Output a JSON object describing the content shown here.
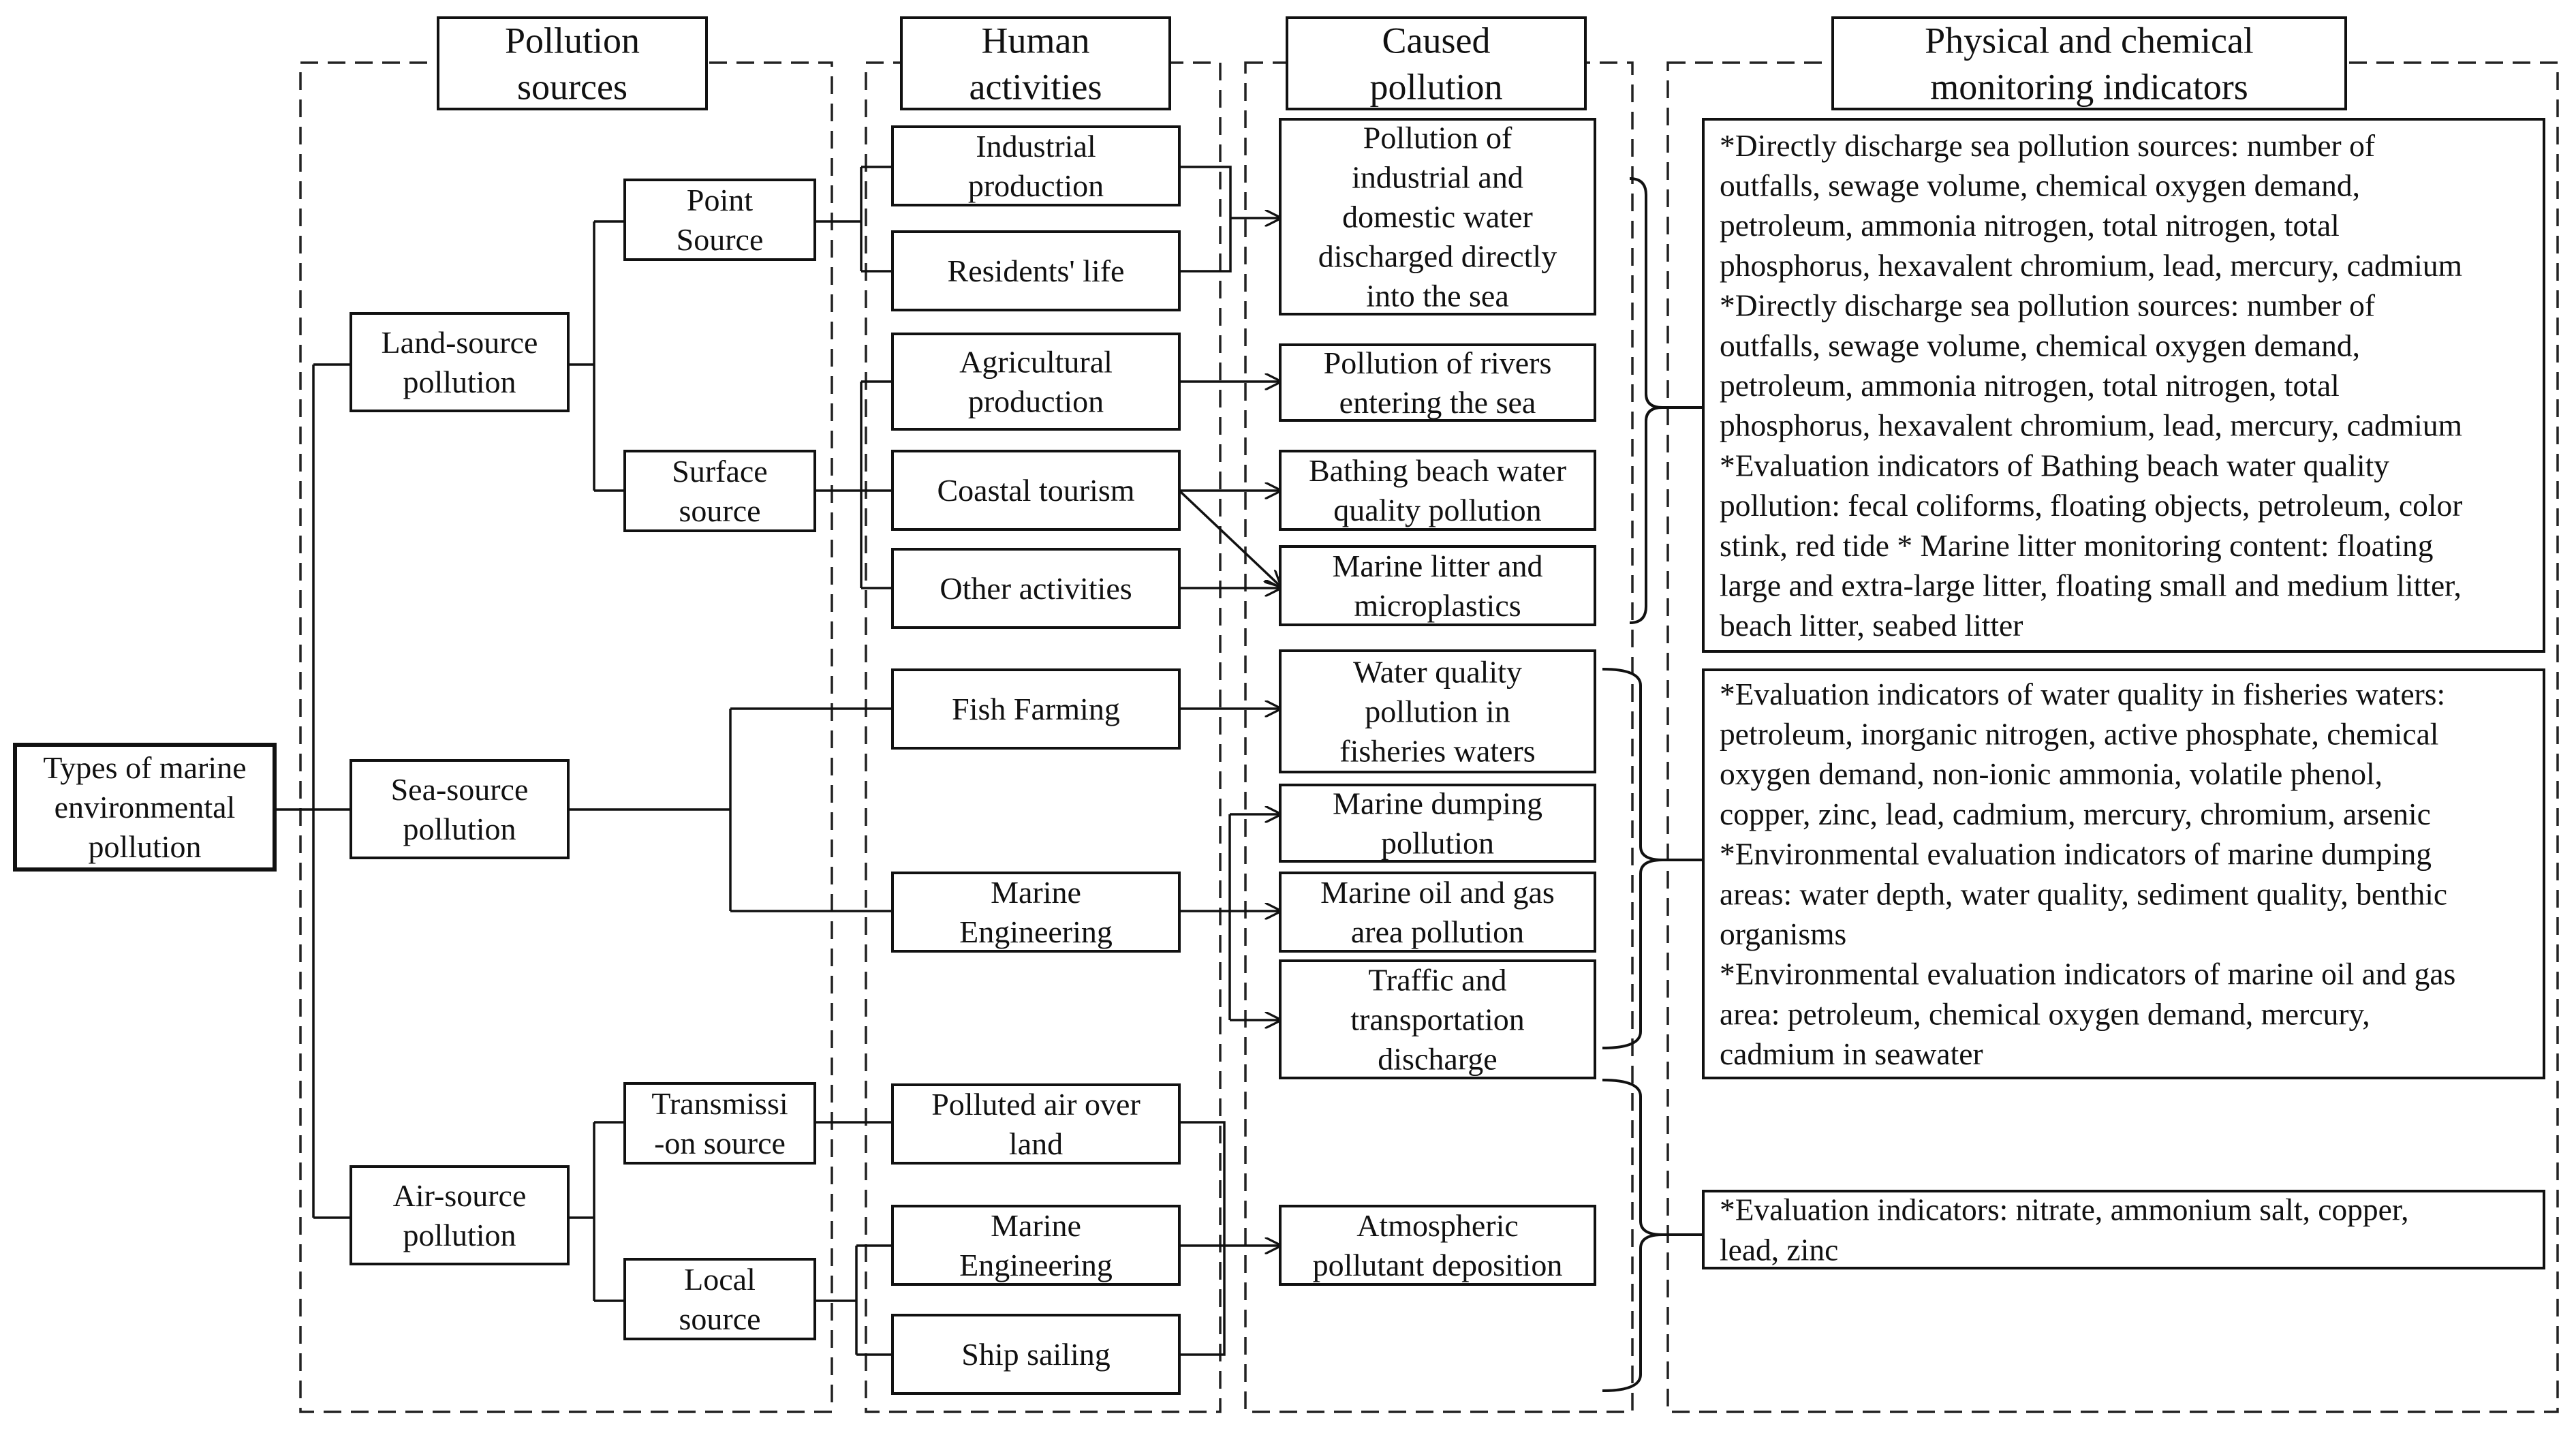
{
  "diagram": {
    "root": [
      "Types of marine",
      "environmental",
      "pollution"
    ],
    "columns": [
      {
        "id": "sources",
        "title": [
          "Pollution",
          "sources"
        ]
      },
      {
        "id": "activities",
        "title": [
          "Human",
          "activities"
        ]
      },
      {
        "id": "caused",
        "title": [
          "Caused",
          "pollution"
        ]
      },
      {
        "id": "indicators",
        "title": [
          "Physical and chemical",
          "monitoring indicators"
        ]
      }
    ],
    "pollution_types": [
      {
        "id": "land",
        "label": [
          "Land-source",
          "pollution"
        ]
      },
      {
        "id": "sea",
        "label": [
          "Sea-source",
          "pollution"
        ]
      },
      {
        "id": "air",
        "label": [
          "Air-source",
          "pollution"
        ]
      }
    ],
    "source_kinds": [
      {
        "id": "point",
        "label": [
          "Point",
          "Source"
        ]
      },
      {
        "id": "surface",
        "label": [
          "Surface",
          "source"
        ]
      },
      {
        "id": "transmission",
        "label": [
          "Transmissi",
          "-on source"
        ]
      },
      {
        "id": "local",
        "label": [
          "Local",
          "source"
        ]
      }
    ],
    "activities": [
      {
        "id": "industrial",
        "label": [
          "Industrial",
          "production"
        ]
      },
      {
        "id": "residents",
        "label": [
          "Residents' life"
        ]
      },
      {
        "id": "agricultural",
        "label": [
          "Agricultural",
          "production"
        ]
      },
      {
        "id": "tourism",
        "label": [
          "Coastal tourism"
        ]
      },
      {
        "id": "other",
        "label": [
          "Other activities"
        ]
      },
      {
        "id": "fish",
        "label": [
          "Fish Farming"
        ]
      },
      {
        "id": "marine-eng-1",
        "label": [
          "Marine",
          "Engineering"
        ]
      },
      {
        "id": "polluted-air",
        "label": [
          "Polluted air over",
          "land"
        ]
      },
      {
        "id": "marine-eng-2",
        "label": [
          "Marine",
          "Engineering"
        ]
      },
      {
        "id": "ship",
        "label": [
          "Ship sailing"
        ]
      }
    ],
    "caused_pollution": [
      {
        "id": "direct",
        "label": [
          "Pollution of",
          "industrial and",
          "domestic water",
          "discharged directly",
          "into the sea"
        ]
      },
      {
        "id": "rivers",
        "label": [
          "Pollution of rivers",
          "entering the sea"
        ]
      },
      {
        "id": "bathing",
        "label": [
          "Bathing beach water",
          "quality pollution"
        ]
      },
      {
        "id": "litter",
        "label": [
          "Marine litter and",
          "microplastics"
        ]
      },
      {
        "id": "fisheries",
        "label": [
          "Water quality",
          "pollution in",
          "fisheries waters"
        ]
      },
      {
        "id": "dumping",
        "label": [
          "Marine dumping",
          "pollution"
        ]
      },
      {
        "id": "oilgas",
        "label": [
          "Marine oil and gas",
          "area pollution"
        ]
      },
      {
        "id": "traffic",
        "label": [
          "Traffic and",
          "transportation",
          "discharge"
        ]
      },
      {
        "id": "atmos",
        "label": [
          "Atmospheric",
          "pollutant deposition"
        ]
      }
    ],
    "indicators": [
      {
        "id": "land-indicators",
        "lines": [
          "*Directly discharge sea pollution sources: number of",
          "outfalls, sewage volume, chemical oxygen demand,",
          "petroleum, ammonia nitrogen, total nitrogen, total",
          "phosphorus, hexavalent chromium, lead, mercury, cadmium",
          "*Directly discharge sea pollution sources: number of",
          "outfalls, sewage volume, chemical oxygen demand,",
          "petroleum, ammonia nitrogen, total nitrogen, total",
          "phosphorus, hexavalent chromium, lead, mercury, cadmium",
          "*Evaluation indicators of Bathing beach water quality",
          "pollution: fecal coliforms, floating objects, petroleum, color",
          "stink, red tide * Marine litter monitoring content: floating",
          "large and extra-large litter, floating small and medium litter,",
          "beach litter, seabed litter"
        ]
      },
      {
        "id": "sea-indicators",
        "lines": [
          "*Evaluation indicators of water quality in fisheries waters:",
          "petroleum, inorganic nitrogen, active phosphate, chemical",
          "oxygen demand, non-ionic ammonia, volatile phenol,",
          "copper, zinc, lead, cadmium, mercury, chromium, arsenic",
          "*Environmental evaluation indicators of marine dumping",
          "areas: water depth, water quality, sediment quality, benthic",
          "organisms",
          "*Environmental evaluation indicators of marine oil and gas",
          "area: petroleum, chemical oxygen demand, mercury,",
          "cadmium in seawater"
        ]
      },
      {
        "id": "air-indicators",
        "lines": [
          "*Evaluation indicators: nitrate, ammonium salt, copper,",
          "lead, zinc"
        ]
      }
    ]
  }
}
